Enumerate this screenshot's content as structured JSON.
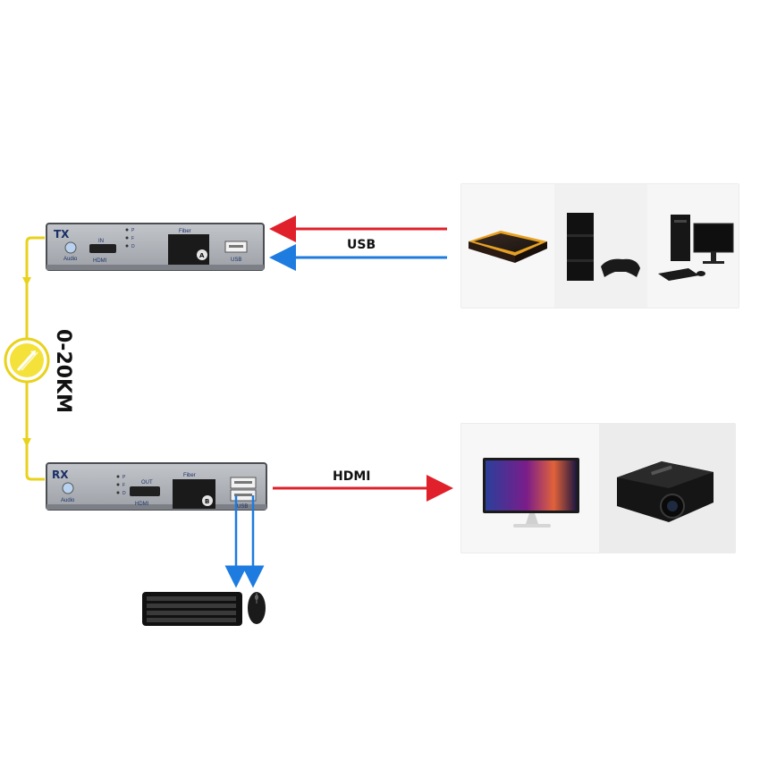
{
  "tx": {
    "name": "TX",
    "audio_label": "Audio",
    "hdmi_label": "HDMI",
    "hdmi_in_label": "IN",
    "fiber_label": "Fiber",
    "usb_label": "USB",
    "fiber_port_letter": "A",
    "led_labels": [
      "P",
      "F",
      "D"
    ]
  },
  "rx": {
    "name": "RX",
    "audio_label": "Audio",
    "hdmi_label": "HDMI",
    "hdmi_out_label": "OUT",
    "fiber_label": "Fiber",
    "usb_label": "USB",
    "fiber_port_letter": "B",
    "led_labels": [
      "P",
      "F",
      "D"
    ]
  },
  "links": {
    "usb_label": "USB",
    "hdmi_label": "HDMI",
    "distance_label": "0-20KM"
  },
  "colors": {
    "signal_out": "#e0202a",
    "signal_in": "#1e7be0",
    "fiber": "#e8d21c",
    "device_body": "#a9adb3"
  },
  "sources": {
    "devices": [
      "set-top-box",
      "game-console",
      "desktop-pc"
    ]
  },
  "displays": {
    "devices": [
      "monitor",
      "projector"
    ]
  },
  "peripherals": {
    "devices": [
      "keyboard",
      "mouse"
    ]
  }
}
